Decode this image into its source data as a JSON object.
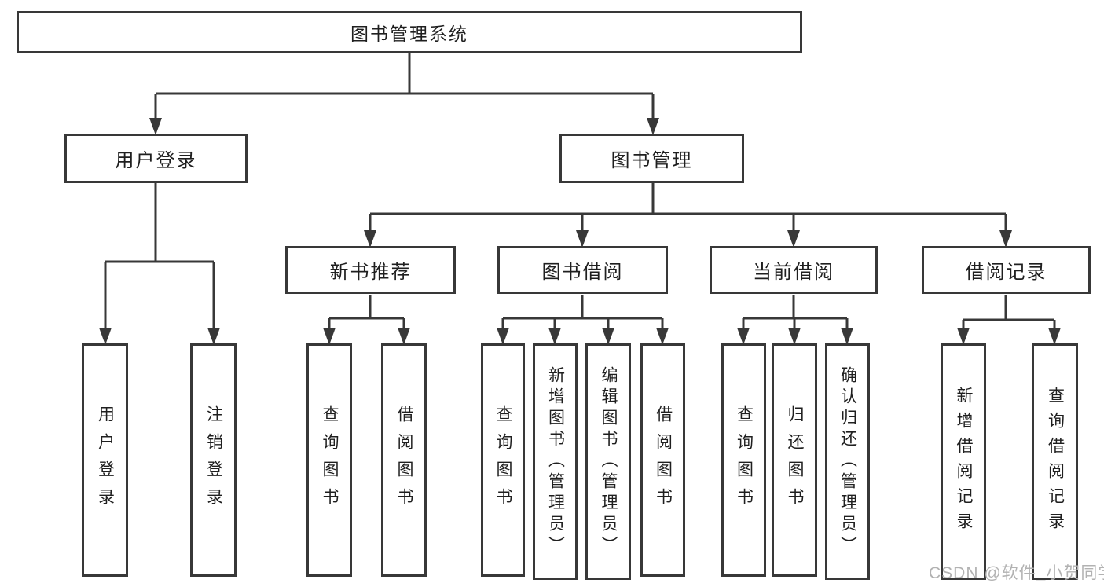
{
  "tree": {
    "root": {
      "label": "图书管理系统"
    },
    "children": [
      {
        "label": "用户登录",
        "children": [
          {
            "label": "用户登录"
          },
          {
            "label": "注销登录"
          }
        ]
      },
      {
        "label": "图书管理",
        "children": [
          {
            "label": "新书推荐",
            "children": [
              {
                "label": "查询图书"
              },
              {
                "label": "借阅图书"
              }
            ]
          },
          {
            "label": "图书借阅",
            "children": [
              {
                "label": "查询图书"
              },
              {
                "label": "新增图书（管理员）"
              },
              {
                "label": "编辑图书（管理员）"
              },
              {
                "label": "借阅图书"
              }
            ]
          },
          {
            "label": "当前借阅",
            "children": [
              {
                "label": "查询图书"
              },
              {
                "label": "归还图书"
              },
              {
                "label": "确认归还（管理员）"
              }
            ]
          },
          {
            "label": "借阅记录",
            "children": [
              {
                "label": "新增借阅记录"
              },
              {
                "label": "查询借阅记录"
              }
            ]
          }
        ]
      }
    ]
  },
  "watermark": {
    "text": "CSDN @软件_小贺同学"
  },
  "colors": {
    "line": "#383838",
    "text": "#1f1f1f",
    "watermark": "#b2b2b2",
    "background": "#ffffff"
  }
}
